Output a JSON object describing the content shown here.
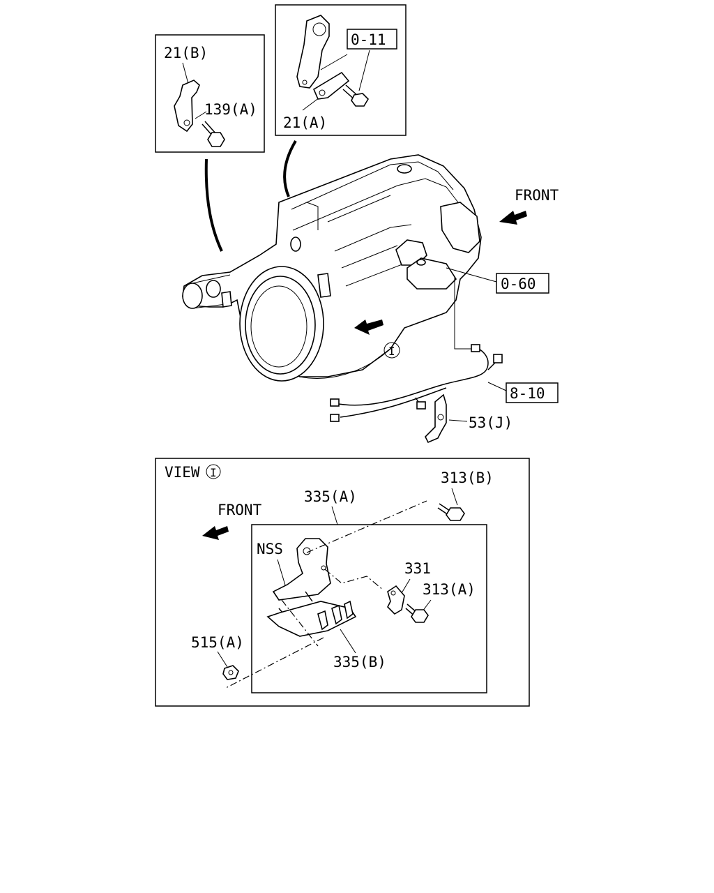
{
  "labels": {
    "inset_b_bracket": "21(B)",
    "inset_b_bolt": "139(A)",
    "inset_a_ref": "0-11",
    "inset_a_bracket": "21(A)",
    "front_top": "FRONT",
    "ref_0_60": "0-60",
    "view_marker": "I",
    "ref_8_10": "8-10",
    "clip_53j": "53(J)"
  },
  "view_panel": {
    "title": "VIEW",
    "marker": "I",
    "front": "FRONT",
    "bolt_313b": "313(B)",
    "shield_335a": "335(A)",
    "nss": "NSS",
    "clip_331": "331",
    "bolt_313a": "313(A)",
    "nut_515a": "515(A)",
    "shield_335b": "335(B)"
  }
}
